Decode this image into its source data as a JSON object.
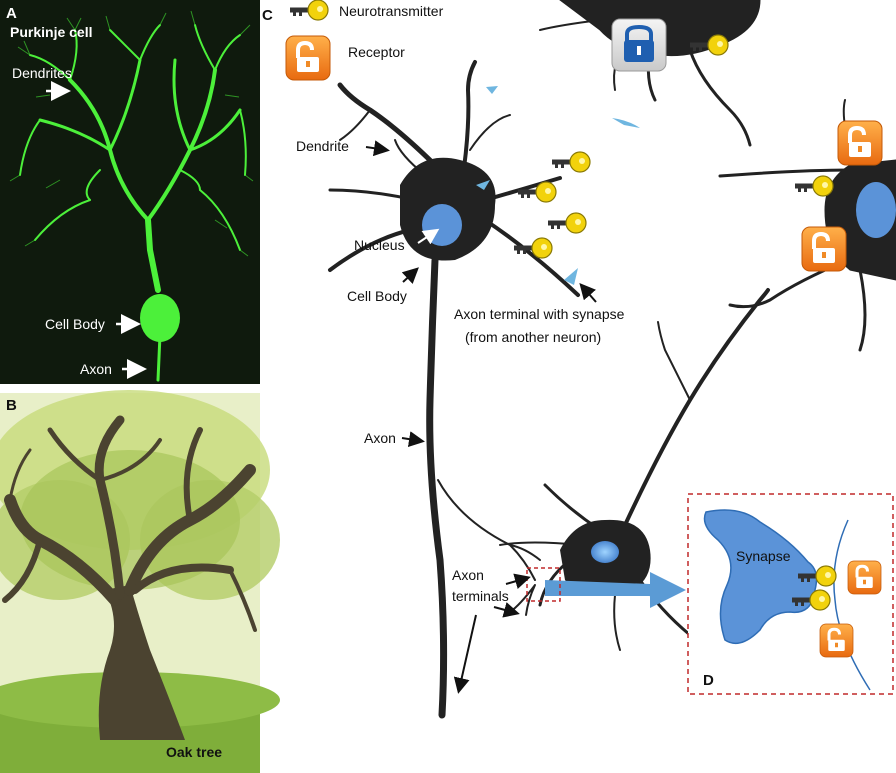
{
  "panels": {
    "a": {
      "letter": "A",
      "title": "Purkinje cell",
      "labels": {
        "dendrites": "Dendrites",
        "cell_body": "Cell Body",
        "axon": "Axon"
      },
      "colors": {
        "background": "#0f1a0d",
        "neuron": "#4cf03a"
      }
    },
    "b": {
      "letter": "B",
      "caption": "Oak tree",
      "colors": {
        "sky": "#e8efc8",
        "foliage": "#a8c45a",
        "trunk": "#4b4330",
        "grass": "#7fae3a"
      }
    },
    "c": {
      "letter": "C",
      "legend": {
        "neurotransmitter": "Neurotransmitter",
        "receptor": "Receptor"
      },
      "labels": {
        "dendrite": "Dendrite",
        "nucleus": "Nucleus",
        "cell_body": "Cell Body",
        "axon_terminal_line1": "Axon terminal with synapse",
        "axon_terminal_line2": "(from another neuron)",
        "axon": "Axon",
        "axon_terminals_line1": "Axon",
        "axon_terminals_line2": "terminals"
      },
      "colors": {
        "neuron": "#222222",
        "nucleus": "#5b93d8",
        "key": "#f2d20c",
        "receptor": "#f08a26",
        "lock": "#1f5fb0",
        "arrow": "#5b9bd5"
      }
    },
    "d": {
      "letter": "D",
      "labels": {
        "synapse": "Synapse"
      },
      "colors": {
        "border": "#c0282a",
        "synapse": "#5b93d8"
      }
    }
  }
}
